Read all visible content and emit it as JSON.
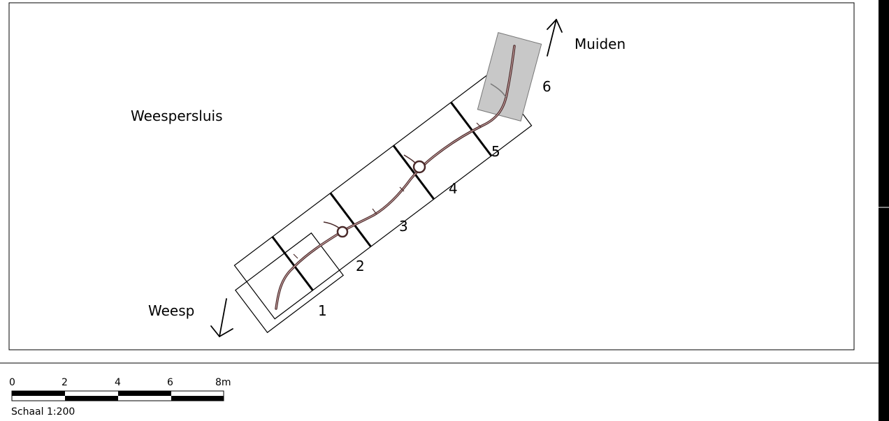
{
  "map": {
    "places": {
      "north": "Muiden",
      "west": "Weespersluis",
      "south": "Weesp"
    },
    "sections": [
      "1",
      "2",
      "3",
      "4",
      "5",
      "6"
    ],
    "highlighted_section": "6",
    "colors": {
      "frame": "#000000",
      "highlight_fill": "#c8c8c8",
      "road_outer": "#4a2a2a",
      "road_inner": "#c9a3a3"
    }
  },
  "scale_bar": {
    "ticks": [
      "0",
      "2",
      "4",
      "6",
      "8m"
    ],
    "caption": "Schaal 1:200"
  }
}
